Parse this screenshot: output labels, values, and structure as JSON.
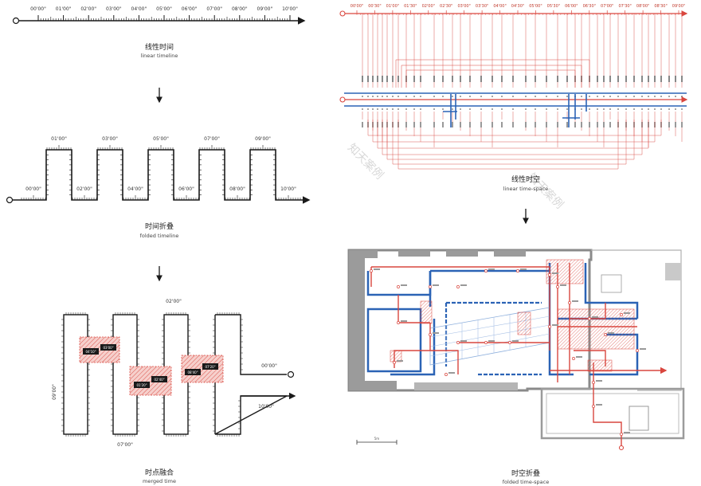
{
  "linear_timeline": {
    "ticks": [
      "00'00\"",
      "01'00\"",
      "02'00\"",
      "03'00\"",
      "04'00\"",
      "05'00\"",
      "06'00\"",
      "07'00\"",
      "08'00\"",
      "09'00\"",
      "10'00\""
    ],
    "title_zh": "线性时间",
    "title_en": "linear timeline"
  },
  "folded_timeline": {
    "top_ticks": [
      "01'00\"",
      "03'00\"",
      "05'00\"",
      "07'00\"",
      "09'00\""
    ],
    "bottom_ticks": [
      "00'00\"",
      "02'00\"",
      "04'00\"",
      "06'00\"",
      "08'00\"",
      "10'00\""
    ],
    "title_zh": "时间折叠",
    "title_en": "folded timeline"
  },
  "merged_time": {
    "labels": {
      "top": "02'00\"",
      "right_top": "00'00\"",
      "right_bottom": "10'00\"",
      "bottom_left": "07'00\"",
      "left": "09'00\""
    },
    "markers": [
      "04'10\"",
      "03'00\"",
      "01'20\"",
      "02'40\"",
      "08'40\"",
      "07'20\""
    ],
    "title_zh": "时点融合",
    "title_en": "merged time"
  },
  "linear_timespace": {
    "ticks": [
      "00'00\"",
      "00'30\"",
      "01'00\"",
      "01'30\"",
      "02'00\"",
      "02'30\"",
      "03'00\"",
      "03'30\"",
      "04'00\"",
      "04'30\"",
      "05'00\"",
      "05'30\"",
      "06'00\"",
      "06'30\"",
      "07'00\"",
      "07'30\"",
      "08'00\"",
      "08'30\"",
      "09'00\""
    ],
    "title_zh": "线性时空",
    "title_en": "linear time-space"
  },
  "folded_timespace": {
    "scale_label": "5m",
    "title_zh": "时空折叠",
    "title_en": "folded time-space"
  },
  "watermark": "知天案例",
  "colors": {
    "red": "#d9463e",
    "blue": "#2b63b5",
    "hatch": "#e8a0a0",
    "ink": "#1a1a1a",
    "wall": "#8a8a8a"
  }
}
